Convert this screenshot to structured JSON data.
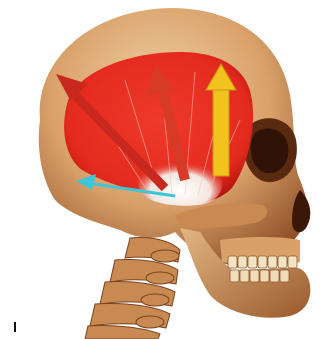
{
  "illustration": {
    "subject": "skull-with-temporalis-muscle",
    "colors": {
      "background": "#ffffff",
      "bone": "#d9a06a",
      "bone_shadow": "#8a4a22",
      "bone_highlight": "#f1d2a6",
      "muscle": "#e42a1e",
      "muscle_dark": "#b81510",
      "tendon": "#f4e7df",
      "arrow_anterior": "#f2c21e",
      "arrow_middle": "#d83a28",
      "arrow_posterior": "#c8281e",
      "arrow_horizontal": "#3cc7d9"
    },
    "arrows": [
      {
        "name": "anterior-fibers-arrow",
        "direction": "up"
      },
      {
        "name": "middle-fibers-arrow",
        "direction": "up-back"
      },
      {
        "name": "posterior-fibers-arrow",
        "direction": "up-back"
      },
      {
        "name": "horizontal-fibers-arrow",
        "direction": "back"
      }
    ]
  }
}
